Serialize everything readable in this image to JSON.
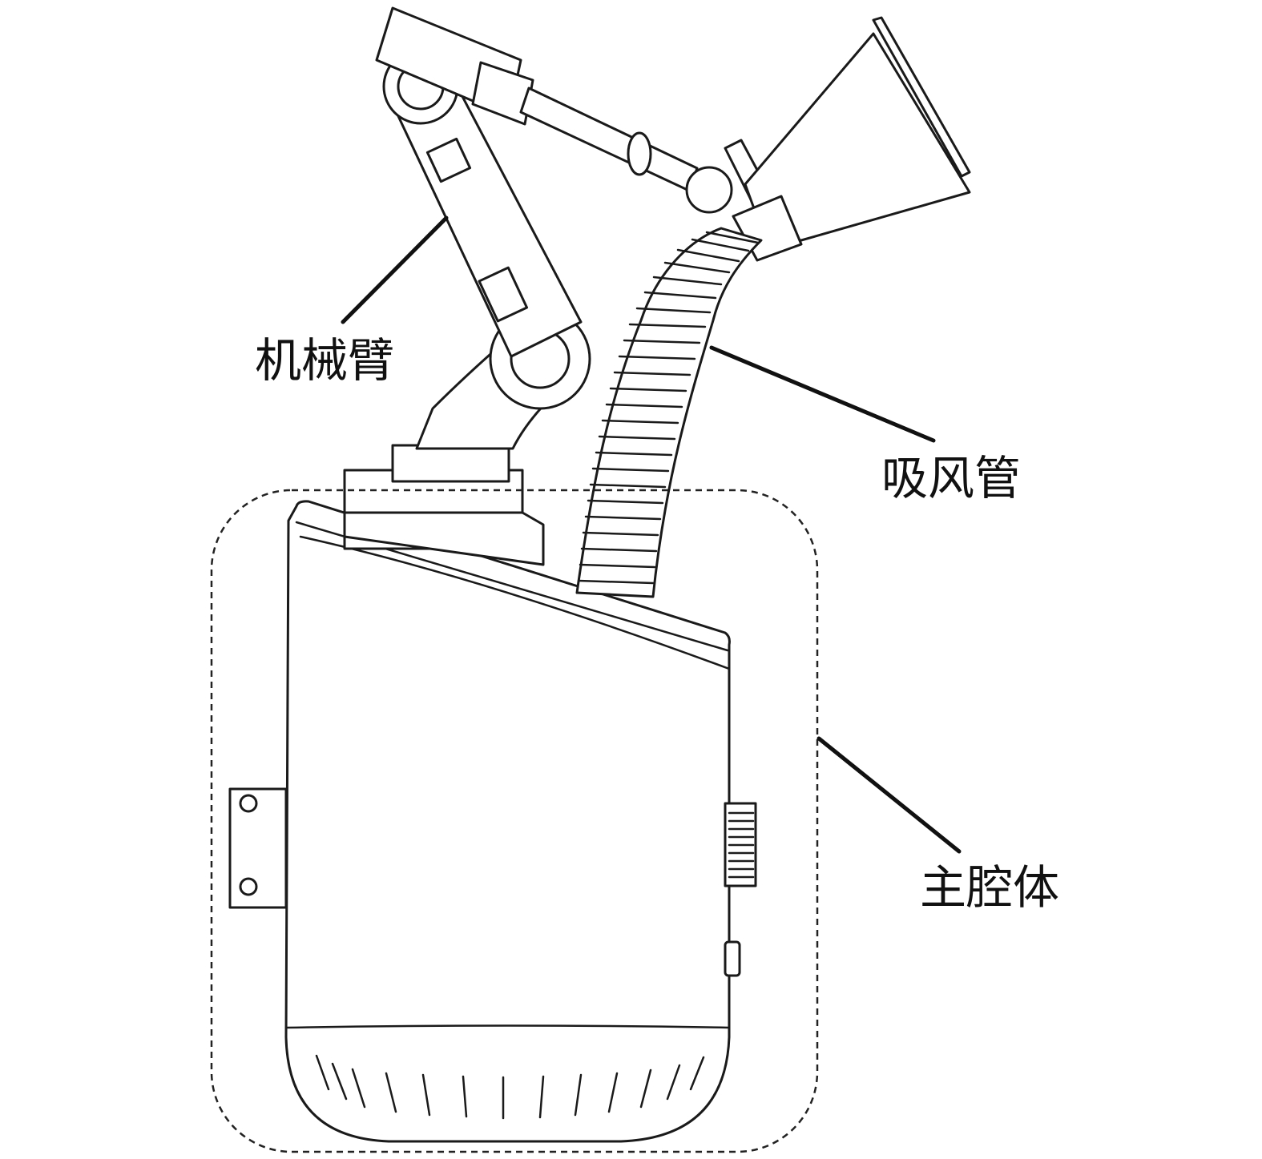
{
  "labels": {
    "robot_arm": "机械臂",
    "suction_hose": "吸风管",
    "main_chamber": "主腔体"
  },
  "colors": {
    "line": "#1a1a1a",
    "background": "#ffffff"
  }
}
